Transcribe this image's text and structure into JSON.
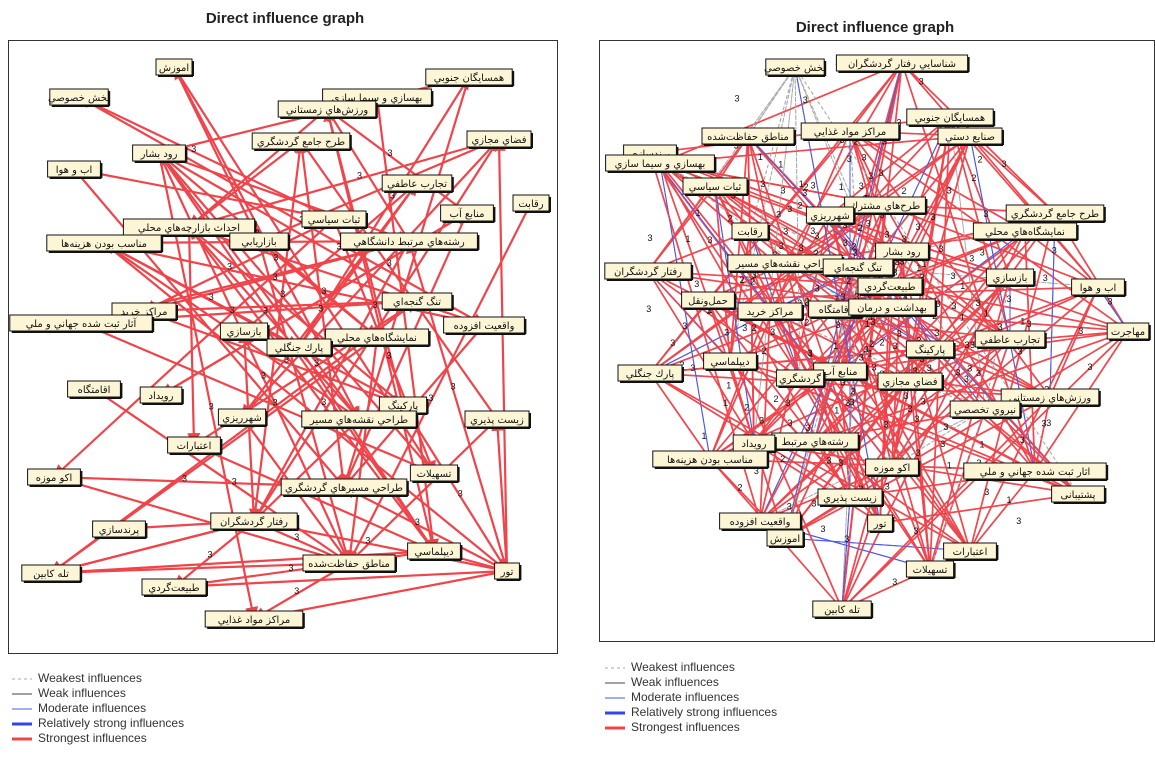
{
  "legend_items": [
    {
      "label": "Weakest influences",
      "color": "#aaaaaa",
      "dash": "3,3",
      "width": 1
    },
    {
      "label": "Weak influences",
      "color": "#444444",
      "dash": "",
      "width": 1
    },
    {
      "label": "Moderate influences",
      "color": "#4a5ae8",
      "dash": "",
      "width": 1
    },
    {
      "label": "Relatively strong influences",
      "color": "#3344ee",
      "dash": "",
      "width": 3
    },
    {
      "label": "Strongest influences",
      "color": "#f0444b",
      "dash": "",
      "width": 3
    }
  ],
  "colors": {
    "strongest": "#f0444b",
    "moderate": "#4a5ae8",
    "weakest": "#aaaaaa",
    "node_fill": "#fdf6d6",
    "node_border": "#111111"
  },
  "left_graph": {
    "title": "Direct influence graph",
    "edge_weight_label": "3",
    "nodes": [
      {
        "id": "amoozesh",
        "label": "اموزش"
      },
      {
        "id": "hamsayegan",
        "label": "همسايگان جنوبي"
      },
      {
        "id": "bakhsh",
        "label": "بخش خصوصي"
      },
      {
        "id": "bahsazi",
        "label": "بهسازي و سيما سازي"
      },
      {
        "id": "varzesh",
        "label": "ورزش‌هاي زمستاني"
      },
      {
        "id": "fazayemajazi",
        "label": "فضاي مجازي"
      },
      {
        "id": "tarhjame",
        "label": "طرح جامع گردشگري"
      },
      {
        "id": "roodbashar",
        "label": "رود بشار"
      },
      {
        "id": "abohava",
        "label": "اب و هوا"
      },
      {
        "id": "tajarob",
        "label": "تجارب عاطفي"
      },
      {
        "id": "reghabat",
        "label": "رقابت"
      },
      {
        "id": "sabat",
        "label": "ثبات سياسي"
      },
      {
        "id": "manabe",
        "label": "منابع آب"
      },
      {
        "id": "ehdas",
        "label": "احداث بازارچه‌هاي محلي"
      },
      {
        "id": "reshte",
        "label": "رشته‌هاي مرتبط دانشگاهي"
      },
      {
        "id": "monaseb",
        "label": "مناسب بودن هزينه‌ها"
      },
      {
        "id": "bazaryabi",
        "label": "بازاريابي"
      },
      {
        "id": "tangeh",
        "label": "تنگ گنجه‌اي"
      },
      {
        "id": "marakezkharid",
        "label": "مراكز خريد"
      },
      {
        "id": "asarsabt",
        "label": "آثار ثبت شده جهاني و ملي"
      },
      {
        "id": "vagheiat",
        "label": "واقعيت افزوده"
      },
      {
        "id": "nemayeshgah",
        "label": "نمايشگاه‌هاي محلي"
      },
      {
        "id": "bazsazi",
        "label": "بازسازي"
      },
      {
        "id": "parkjangali",
        "label": "پارك جنگلي"
      },
      {
        "id": "eghamatgah",
        "label": "اقامتگاه"
      },
      {
        "id": "roydad",
        "label": "رويداد"
      },
      {
        "id": "parking",
        "label": "پاركينگ"
      },
      {
        "id": "zistpaziri",
        "label": "زيست پذيري"
      },
      {
        "id": "tarahi",
        "label": "طراحي نقشه‌هاي مسير"
      },
      {
        "id": "shahrrizi",
        "label": "شهرريزي"
      },
      {
        "id": "etebarat",
        "label": "اعتبارات"
      },
      {
        "id": "tashilat",
        "label": "تسهيلات"
      },
      {
        "id": "ekomoze",
        "label": "اكو موزه"
      },
      {
        "id": "tarahimasir",
        "label": "طراحي مسيرهاي گردشگري"
      },
      {
        "id": "raftar",
        "label": "رفتار گردشگران"
      },
      {
        "id": "parandesazi",
        "label": "پرندسازي"
      },
      {
        "id": "diplomasi",
        "label": "ديپلماسي"
      },
      {
        "id": "manategh",
        "label": "مناطق حفاظت‌شده"
      },
      {
        "id": "tour",
        "label": "تور"
      },
      {
        "id": "telekabin",
        "label": "تله كابين"
      },
      {
        "id": "tabiatgardi",
        "label": "طبيعت‌گردي"
      },
      {
        "id": "marakezmavad",
        "label": "مراكز مواد غذايي"
      }
    ]
  },
  "right_graph": {
    "title": "Direct influence graph",
    "edge_weight_labels": [
      "1",
      "2",
      "3"
    ],
    "nodes": [
      {
        "id": "r_bakhsh",
        "label": "بخش خصوصي"
      },
      {
        "id": "r_raftar1",
        "label": "شناسايي رفتار گردشگران"
      },
      {
        "id": "r_hamsayegan",
        "label": "همسايگان جنوبي"
      },
      {
        "id": "r_marakezmavad",
        "label": "مراكز مواد غذايي"
      },
      {
        "id": "r_manategh",
        "label": "مناطق حفاظت‌شده"
      },
      {
        "id": "r_sanaye",
        "label": "صنايع دستي"
      },
      {
        "id": "r_parandesazi",
        "label": "پرندسازي"
      },
      {
        "id": "r_bahsazi",
        "label": "بهسازي و سيما سازي"
      },
      {
        "id": "r_sabat",
        "label": "ثبات سياسي"
      },
      {
        "id": "r_tarhhaye",
        "label": "طرح‌هاي مشترك"
      },
      {
        "id": "r_shahrrizi",
        "label": "شهرريزي"
      },
      {
        "id": "r_tarhjame",
        "label": "طرح جامع گردشگري"
      },
      {
        "id": "r_reghabat",
        "label": "رقابت"
      },
      {
        "id": "r_nemayeshgah",
        "label": "نمايشگاه‌هاي محلي"
      },
      {
        "id": "r_roodbashar",
        "label": "رود بشار"
      },
      {
        "id": "r_tarahi",
        "label": "طراحي نقشه‌هاي مسير"
      },
      {
        "id": "r_raftar2",
        "label": "رفتار گردشگران"
      },
      {
        "id": "r_tangeh",
        "label": "تنگ گنجه‌اي"
      },
      {
        "id": "r_bazsazi",
        "label": "بازسازي"
      },
      {
        "id": "r_abohava",
        "label": "اب و هوا"
      },
      {
        "id": "r_tabiatgardi",
        "label": "طبيعت‌گردي"
      },
      {
        "id": "r_hamlonaghl",
        "label": "حمل‌ونقل"
      },
      {
        "id": "r_marakezkharid",
        "label": "مراكز خريد"
      },
      {
        "id": "r_eghamatgah",
        "label": "اقامتگاه"
      },
      {
        "id": "r_behdasht",
        "label": "بهداشت و درمان"
      },
      {
        "id": "r_mohajerat",
        "label": "مهاجرت"
      },
      {
        "id": "r_tajarob",
        "label": "تجارب عاطفي"
      },
      {
        "id": "r_parkjangali",
        "label": "پارك جنگلي"
      },
      {
        "id": "r_diplomasi",
        "label": "ديپلماسي"
      },
      {
        "id": "r_parking",
        "label": "پاركينگ"
      },
      {
        "id": "r_fazayemajazi",
        "label": "فضاي مجازي"
      },
      {
        "id": "r_manabe",
        "label": "منابع آب"
      },
      {
        "id": "r_eghamatgardi",
        "label": "گردشگري"
      },
      {
        "id": "r_varzesh",
        "label": "ورزش‌هاي زمستاني"
      },
      {
        "id": "r_takhasosi",
        "label": "نيروي تخصصي"
      },
      {
        "id": "r_reshte",
        "label": "رشته‌هاي مرتبط"
      },
      {
        "id": "r_roydad",
        "label": "رويداد"
      },
      {
        "id": "r_monaseb",
        "label": "مناسب بودن هزينه‌ها"
      },
      {
        "id": "r_ekomoze",
        "label": "اكو موزه"
      },
      {
        "id": "r_asarsabt",
        "label": "اثار ثبت شده جهاني و ملي"
      },
      {
        "id": "r_poshtiban",
        "label": "پشتيبانی"
      },
      {
        "id": "r_zistpaziri",
        "label": "زيست پذيري"
      },
      {
        "id": "r_vagheiat",
        "label": "واقعيت افزوده"
      },
      {
        "id": "r_amoozesh",
        "label": "اموزش"
      },
      {
        "id": "r_tour",
        "label": "تور"
      },
      {
        "id": "r_etebarat",
        "label": "اعتبارات"
      },
      {
        "id": "r_tashilat",
        "label": "تسهيلات"
      },
      {
        "id": "r_telekabin",
        "label": "تله كابين"
      }
    ]
  }
}
